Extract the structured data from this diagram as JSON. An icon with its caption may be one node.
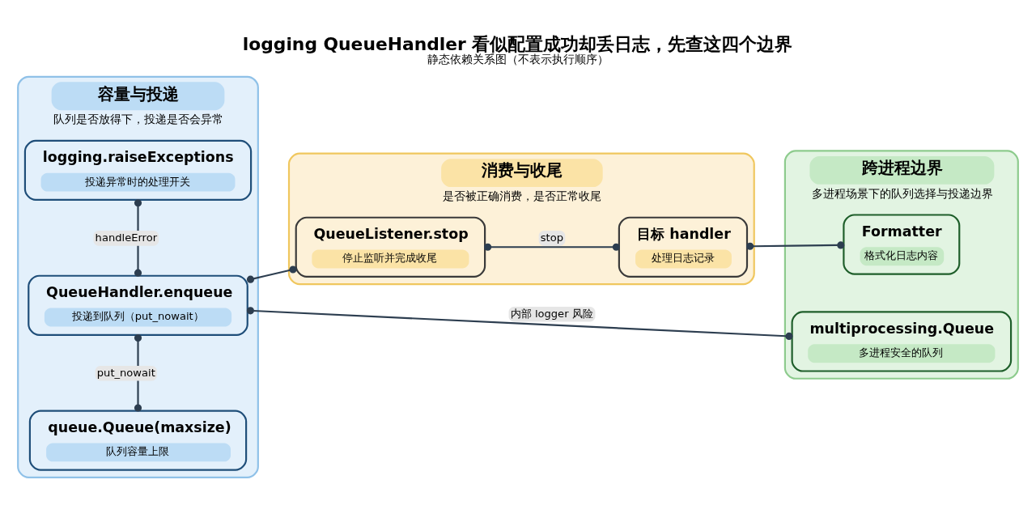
{
  "diagram": {
    "title": "logging QueueHandler 看似配置成功却丢日志，先查这四个边界",
    "caption": "静态依赖关系图（不表示执行顺序）",
    "nodes": [
      {
        "text": [
          "容量与投递",
          "队列是否放得下，投递是否会异常"
        ]
      },
      {
        "text": [
          "queue.Queue(maxsize)",
          "队列容量上限"
        ],
        "in": 0
      },
      {
        "text": [
          "QueueHandler.enqueue",
          "投递到队列（put_nowait）"
        ],
        "in": 0
      },
      {
        "text": [
          "logging.raiseExceptions",
          "投递异常时的处理开关"
        ],
        "in": 0
      },
      {
        "text": [
          "消费与收尾",
          "是否被正确消费，是否正常收尾"
        ]
      },
      {
        "text": [
          "QueueListener.stop",
          "停止监听并完成收尾"
        ],
        "in": 4
      },
      {
        "text": [
          "目标 handler",
          "处理日志记录"
        ],
        "in": 4
      },
      {
        "text": [
          "跨进程边界",
          "多进程场景下的队列选择与投递边界"
        ]
      },
      {
        "text": [
          "Formatter",
          "格式化日志内容"
        ],
        "in": 7
      },
      {
        "text": [
          "multiprocessing.Queue",
          "多进程安全的队列"
        ],
        "in": 7
      }
    ],
    "edges": [
      {
        "from": 1,
        "to": 2,
        "arrow": "other",
        "label": "put_nowait"
      },
      {
        "from": 2,
        "to": 3,
        "arrow": "other",
        "label": "handleError"
      },
      {
        "from": 2,
        "to": 5,
        "arrow": "other"
      },
      {
        "from": 5,
        "to": 6,
        "arrow": "other",
        "label": "stop"
      },
      {
        "from": 6,
        "to": 8,
        "arrow": "other"
      },
      {
        "from": 2,
        "to": 9,
        "arrow": "other",
        "label": "内部 logger 风险"
      }
    ]
  }
}
